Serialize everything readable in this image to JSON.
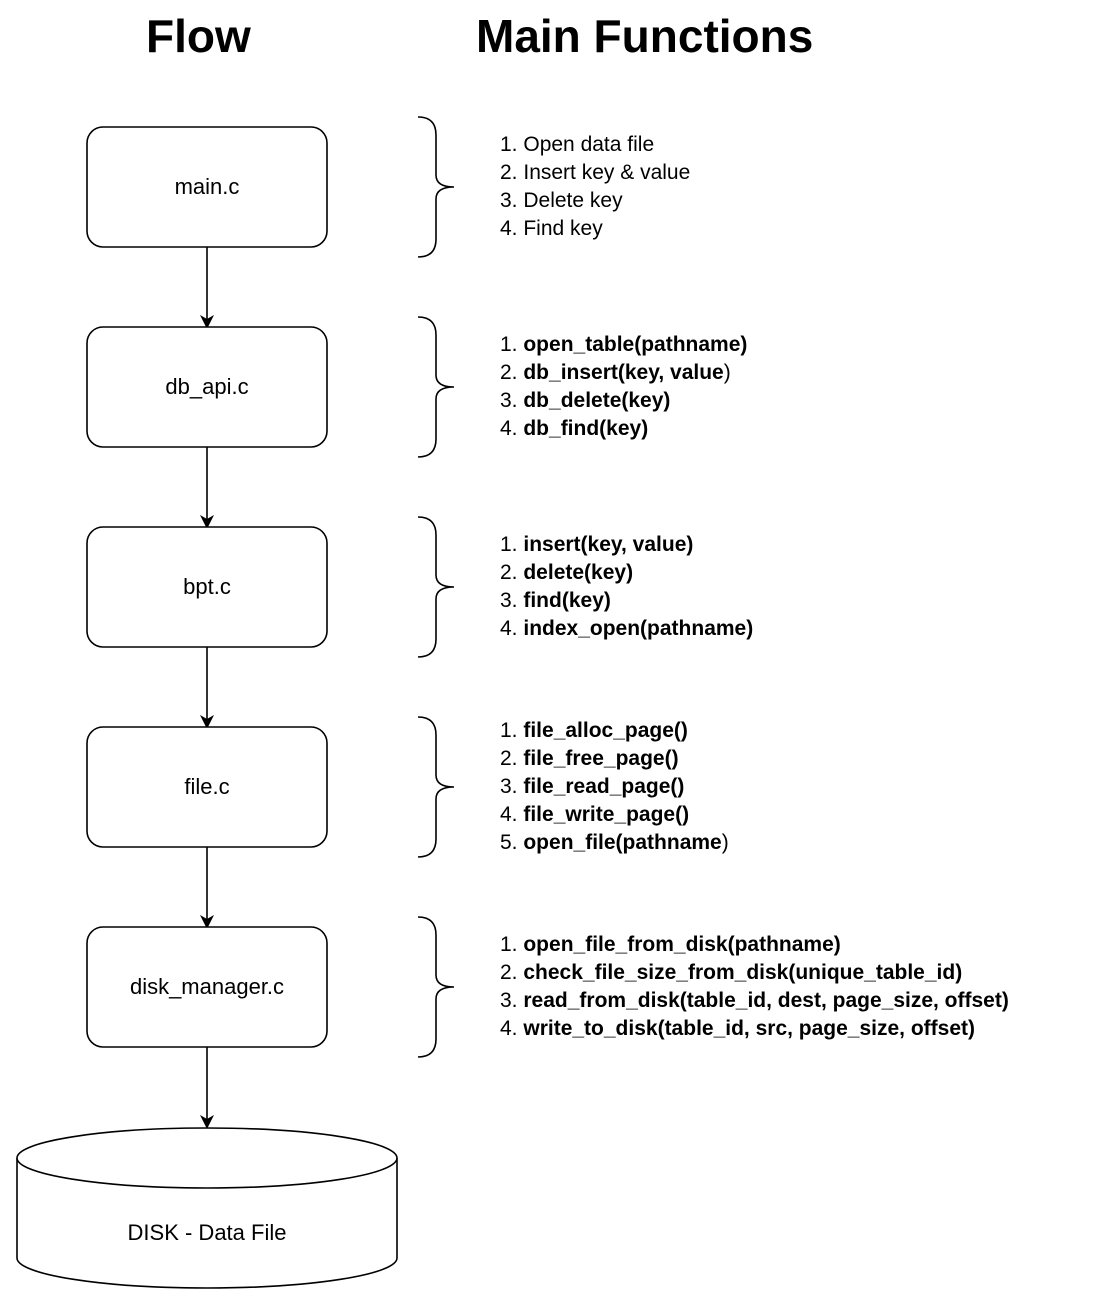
{
  "headings": {
    "flow": "Flow",
    "functions": "Main Functions"
  },
  "nodes": [
    {
      "label": "main.c",
      "functions": [
        {
          "num": "1. ",
          "name": "Open data file",
          "tail": "",
          "bold": false
        },
        {
          "num": "2. ",
          "name": "Insert key & value",
          "tail": "",
          "bold": false
        },
        {
          "num": "3. ",
          "name": "Delete key",
          "tail": "",
          "bold": false
        },
        {
          "num": "4. ",
          "name": "Find key",
          "tail": "",
          "bold": false
        }
      ]
    },
    {
      "label": "db_api.c",
      "functions": [
        {
          "num": "1. ",
          "name": "open_table(pathname)",
          "tail": "",
          "bold": true
        },
        {
          "num": "2. ",
          "name": "db_insert(key, value",
          "tail": ")",
          "bold": true
        },
        {
          "num": "3. ",
          "name": "db_delete(key)",
          "tail": "",
          "bold": true
        },
        {
          "num": "4. ",
          "name": "db_find(key)",
          "tail": "",
          "bold": true
        }
      ]
    },
    {
      "label": "bpt.c",
      "functions": [
        {
          "num": "1. ",
          "name": "insert(key, value)",
          "tail": "",
          "bold": true
        },
        {
          "num": "2. ",
          "name": "delete(key)",
          "tail": "",
          "bold": true
        },
        {
          "num": "3. ",
          "name": "find(key)",
          "tail": "",
          "bold": true
        },
        {
          "num": "4. ",
          "name": "index_open(pathname)",
          "tail": "",
          "bold": true
        }
      ]
    },
    {
      "label": "file.c",
      "functions": [
        {
          "num": "1. ",
          "name": "file_alloc_page()",
          "tail": "",
          "bold": true
        },
        {
          "num": "2. ",
          "name": "file_free_page()",
          "tail": "",
          "bold": true
        },
        {
          "num": "3. ",
          "name": "file_read_page()",
          "tail": "",
          "bold": true
        },
        {
          "num": "4. ",
          "name": "file_write_page()",
          "tail": "",
          "bold": true
        },
        {
          "num": "5. ",
          "name": "open_file(pathname",
          "tail": ")",
          "bold": true
        }
      ]
    },
    {
      "label": "disk_manager.c",
      "functions": [
        {
          "num": "1. ",
          "name": "open_file_from_disk(pathname)",
          "tail": "",
          "bold": true
        },
        {
          "num": "2. ",
          "name": "check_file_size_from_disk(unique_table_id)",
          "tail": "",
          "bold": true
        },
        {
          "num": "3. ",
          "name": "read_from_disk(table_id, dest, page_size, offset)",
          "tail": "",
          "bold": true
        },
        {
          "num": "4. ",
          "name": "write_to_disk(table_id, src, page_size, offset)",
          "tail": "",
          "bold": true
        }
      ]
    }
  ],
  "disk": {
    "label": "DISK - Data File"
  },
  "colors": {
    "stroke": "#000000",
    "fill": "#ffffff",
    "text": "#000000"
  }
}
